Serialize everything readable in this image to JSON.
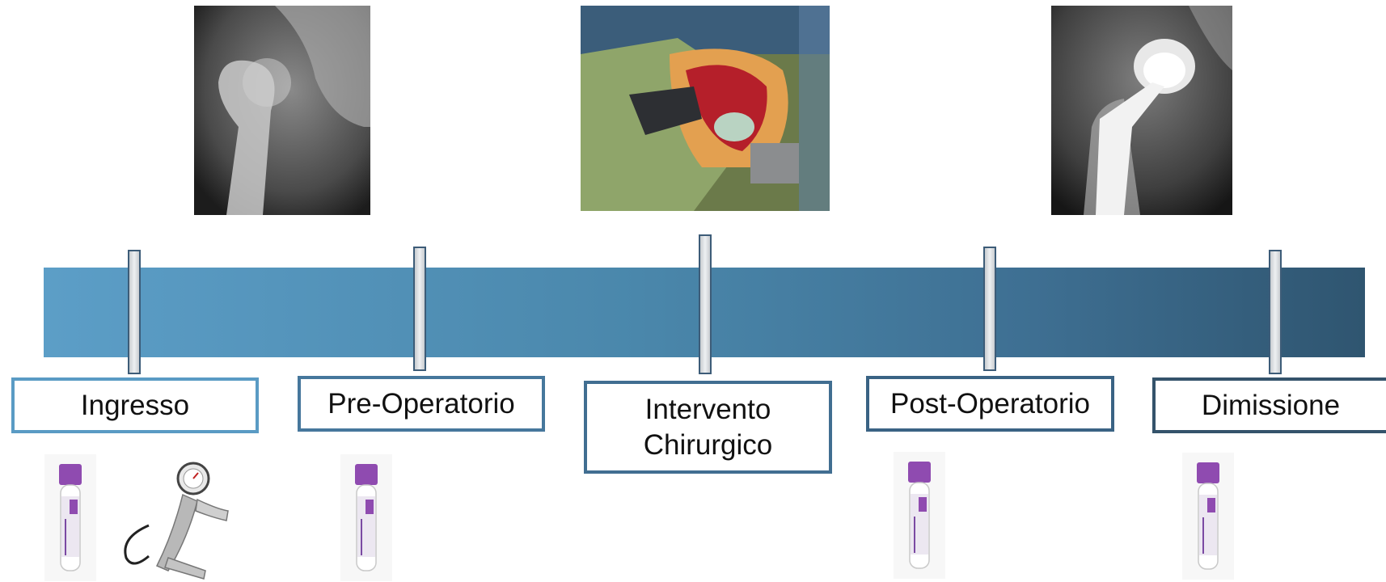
{
  "stages": [
    {
      "label": "Ingresso"
    },
    {
      "label": "Pre-Operatorio"
    },
    {
      "label_line1": "Intervento",
      "label_line2": "Chirurgico"
    },
    {
      "label": "Post-Operatorio"
    },
    {
      "label": "Dimissione"
    }
  ],
  "images": {
    "preop_xray": "hip-xray-image",
    "surgery_photo": "surgery-photo",
    "postop_xray": "hip-prosthesis-xray-image",
    "blood_tube": "blood-tube-icon",
    "dynamometer": "hand-dynamometer-icon"
  },
  "colors": {
    "bar_start": "#5c9ec7",
    "bar_end": "#2f5570",
    "tube_cap": "#8f4bb0"
  }
}
